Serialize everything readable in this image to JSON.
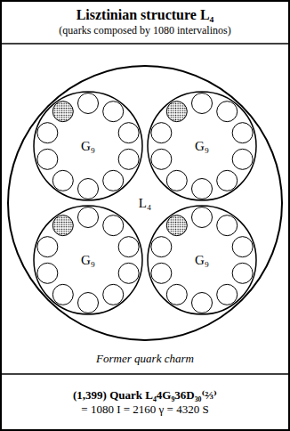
{
  "diagram": {
    "nodes": [
      {
        "text": [
          "Lisztinian structure L₄",
          "(quarks composed by 1080 intervalinos)"
        ]
      },
      {
        "text": [
          "Former quark charm"
        ]
      },
      {
        "text": [
          "L₄"
        ],
        "in": 1
      },
      {
        "text": [
          "G₉"
        ],
        "in": 2
      },
      {
        "text": [
          "G₉"
        ],
        "in": 2
      },
      {
        "text": [
          "G₉"
        ],
        "in": 2
      },
      {
        "text": [
          "G₉"
        ],
        "in": 2
      },
      {
        "text": [
          "(1,399) Quark L₄4G₉36D₃₀⁽⅔⁾",
          "= 1080 I = 2160 γ = 4320 S"
        ]
      }
    ]
  }
}
